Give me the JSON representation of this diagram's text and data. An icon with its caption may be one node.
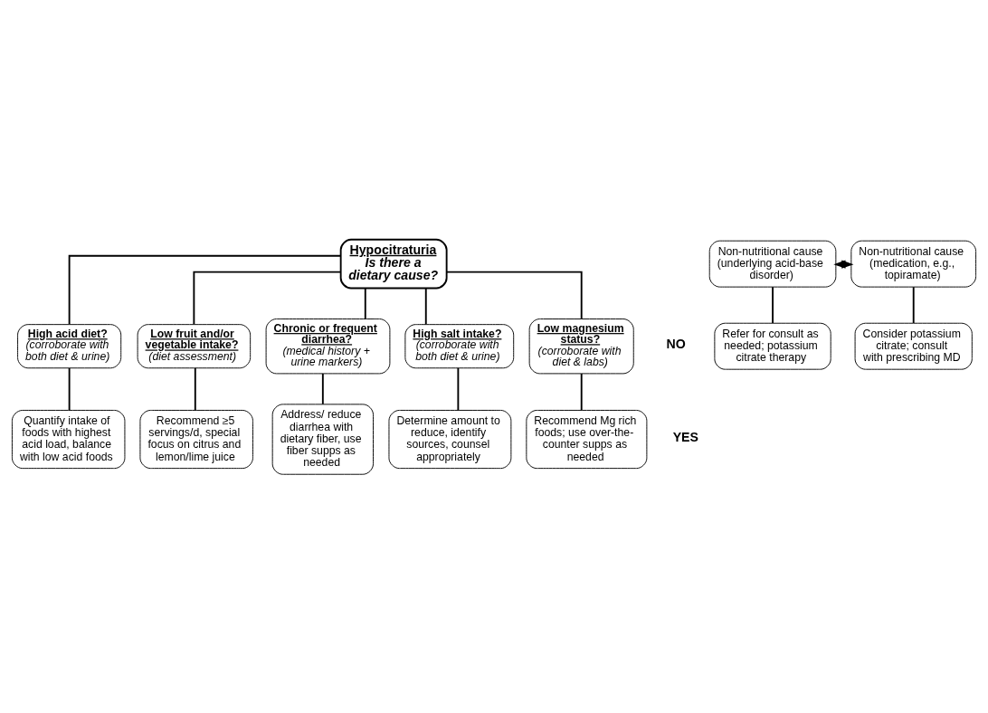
{
  "diagram": {
    "nodes": [
      {
        "text": [
          "Hypocitraturia",
          "Is there a dietary cause?"
        ]
      },
      {
        "text": [
          "Non-nutritional cause (underlying acid-base disorder)"
        ]
      },
      {
        "text": [
          "Non-nutritional cause (medication, e.g., topiramate)"
        ]
      },
      {
        "text": [
          "Refer for consult as needed; potassium citrate therapy"
        ]
      },
      {
        "text": [
          "Consider potassium citrate; consult with prescribing MD"
        ]
      },
      {
        "text": [
          "High acid diet?",
          "(corroborate with both diet & urine)"
        ]
      },
      {
        "text": [
          "Low fruit and/or vegetable intake?",
          "(diet assessment)"
        ]
      },
      {
        "text": [
          "Chronic or frequent diarrhea?",
          "(medical history + urine markers)"
        ]
      },
      {
        "text": [
          "High salt intake?",
          "(corroborate with both diet & urine)"
        ]
      },
      {
        "text": [
          "Low magnesium status?",
          "(corroborate with diet & labs)"
        ]
      },
      {
        "text": [
          "Quantify intake of foods with highest acid load, balance with low acid foods"
        ]
      },
      {
        "text": [
          "Recommend ≥5 servings/d, special focus on citrus and lemon/lime juice"
        ]
      },
      {
        "text": [
          "Address/ reduce diarrhea with dietary fiber, use fiber supps as needed"
        ]
      },
      {
        "text": [
          "Determine amount to reduce, identify sources, counsel appropriately"
        ]
      },
      {
        "text": [
          "Recommend Mg rich foods; use over-the-counter supps as needed"
        ]
      }
    ],
    "edges": [
      {
        "from": 1,
        "to": 2,
        "arrow": "both"
      },
      {
        "from": 1,
        "to": 3,
        "arrow": "none"
      },
      {
        "from": 2,
        "to": 4,
        "arrow": "none"
      },
      {
        "from": 0,
        "to": 5,
        "arrow": "none"
      },
      {
        "from": 0,
        "to": 6,
        "arrow": "none"
      },
      {
        "from": 0,
        "to": 7,
        "arrow": "none"
      },
      {
        "from": 0,
        "to": 8,
        "arrow": "none"
      },
      {
        "from": 0,
        "to": 9,
        "arrow": "none"
      },
      {
        "from": 5,
        "to": 10,
        "arrow": "none"
      },
      {
        "from": 6,
        "to": 11,
        "arrow": "none"
      },
      {
        "from": 7,
        "to": 12,
        "arrow": "none"
      },
      {
        "from": 8,
        "to": 13,
        "arrow": "none"
      },
      {
        "from": 9,
        "to": 14,
        "arrow": "none"
      }
    ],
    "labels": [
      "NO",
      "YES"
    ]
  }
}
